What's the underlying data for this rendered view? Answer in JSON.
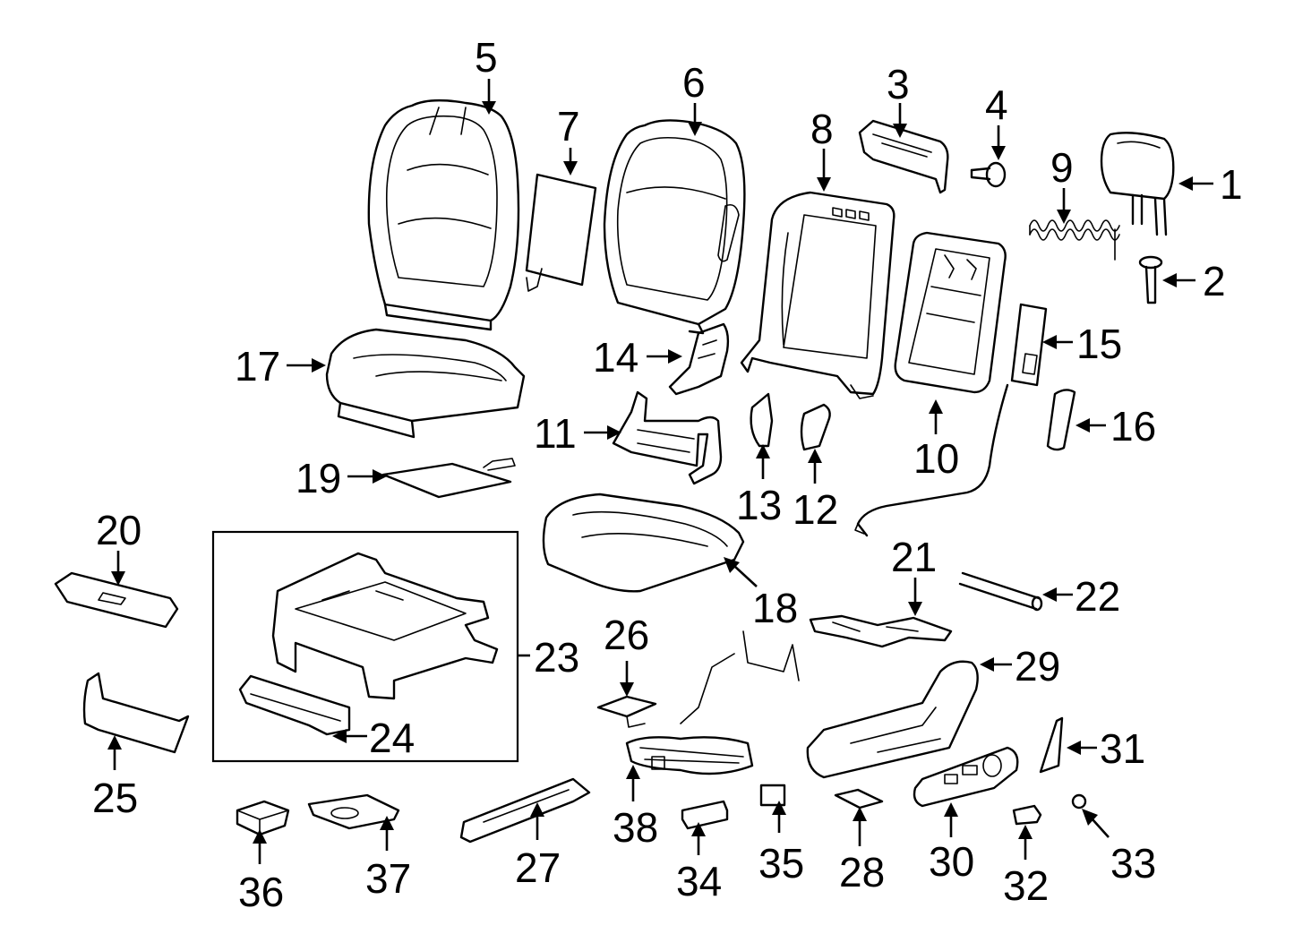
{
  "callouts": [
    {
      "id": "l1",
      "text": "1"
    },
    {
      "id": "l2",
      "text": "2"
    },
    {
      "id": "l3",
      "text": "3"
    },
    {
      "id": "l4",
      "text": "4"
    },
    {
      "id": "l5",
      "text": "5"
    },
    {
      "id": "l6",
      "text": "6"
    },
    {
      "id": "l7",
      "text": "7"
    },
    {
      "id": "l8",
      "text": "8"
    },
    {
      "id": "l9",
      "text": "9"
    },
    {
      "id": "l10",
      "text": "10"
    },
    {
      "id": "l11",
      "text": "11"
    },
    {
      "id": "l12",
      "text": "12"
    },
    {
      "id": "l13",
      "text": "13"
    },
    {
      "id": "l14",
      "text": "14"
    },
    {
      "id": "l15",
      "text": "15"
    },
    {
      "id": "l16",
      "text": "16"
    },
    {
      "id": "l17",
      "text": "17"
    },
    {
      "id": "l18",
      "text": "18"
    },
    {
      "id": "l19",
      "text": "19"
    },
    {
      "id": "l20",
      "text": "20"
    },
    {
      "id": "l21",
      "text": "21"
    },
    {
      "id": "l22",
      "text": "22"
    },
    {
      "id": "l23",
      "text": "23"
    },
    {
      "id": "l24",
      "text": "24"
    },
    {
      "id": "l25",
      "text": "25"
    },
    {
      "id": "l26",
      "text": "26"
    },
    {
      "id": "l27",
      "text": "27"
    },
    {
      "id": "l28",
      "text": "28"
    },
    {
      "id": "l29",
      "text": "29"
    },
    {
      "id": "l30",
      "text": "30"
    },
    {
      "id": "l31",
      "text": "31"
    },
    {
      "id": "l32",
      "text": "32"
    },
    {
      "id": "l33",
      "text": "33"
    },
    {
      "id": "l34",
      "text": "34"
    },
    {
      "id": "l35",
      "text": "35"
    },
    {
      "id": "l36",
      "text": "36"
    },
    {
      "id": "l37",
      "text": "37"
    },
    {
      "id": "l38",
      "text": "38"
    }
  ]
}
